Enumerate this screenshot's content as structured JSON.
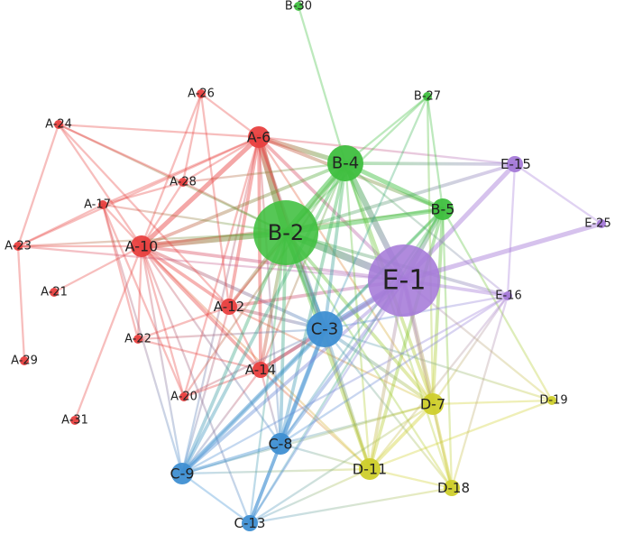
{
  "colors": {
    "A": "#e8403f",
    "B": "#3fbf3f",
    "C": "#3f8fd2",
    "D": "#cfcf2c",
    "E": "#a57ad8"
  },
  "nodes": [
    {
      "id": "A-6",
      "label": "A-6",
      "group": "A",
      "size": 2
    },
    {
      "id": "A-10",
      "label": "A-10",
      "group": "A",
      "size": 2
    },
    {
      "id": "A-12",
      "label": "A-12",
      "group": "A",
      "size": 1
    },
    {
      "id": "A-14",
      "label": "A-14",
      "group": "A",
      "size": 1
    },
    {
      "id": "A-17",
      "label": "A-17",
      "group": "A",
      "size": 0
    },
    {
      "id": "A-20",
      "label": "A-20",
      "group": "A",
      "size": 0
    },
    {
      "id": "A-21",
      "label": "A-21",
      "group": "A",
      "size": 0
    },
    {
      "id": "A-22",
      "label": "A-22",
      "group": "A",
      "size": 0
    },
    {
      "id": "A-23",
      "label": "A-23",
      "group": "A",
      "size": 0
    },
    {
      "id": "A-24",
      "label": "A-24",
      "group": "A",
      "size": 0
    },
    {
      "id": "A-26",
      "label": "A-26",
      "group": "A",
      "size": 0
    },
    {
      "id": "A-28",
      "label": "A-28",
      "group": "A",
      "size": 0
    },
    {
      "id": "A-29",
      "label": "A-29",
      "group": "A",
      "size": 0
    },
    {
      "id": "A-31",
      "label": "A-31",
      "group": "A",
      "size": 0
    },
    {
      "id": "B-2",
      "label": "B-2",
      "group": "B",
      "size": 5
    },
    {
      "id": "B-4",
      "label": "B-4",
      "group": "B",
      "size": 3
    },
    {
      "id": "B-5",
      "label": "B-5",
      "group": "B",
      "size": 2
    },
    {
      "id": "B-27",
      "label": "B-27",
      "group": "B",
      "size": 0
    },
    {
      "id": "B-30",
      "label": "B-30",
      "group": "B",
      "size": 0
    },
    {
      "id": "C-3",
      "label": "C-3",
      "group": "C",
      "size": 3
    },
    {
      "id": "C-8",
      "label": "C-8",
      "group": "C",
      "size": 2
    },
    {
      "id": "C-9",
      "label": "C-9",
      "group": "C",
      "size": 2
    },
    {
      "id": "C-13",
      "label": "C-13",
      "group": "C",
      "size": 1
    },
    {
      "id": "D-7",
      "label": "D-7",
      "group": "D",
      "size": 2
    },
    {
      "id": "D-11",
      "label": "D-11",
      "group": "D",
      "size": 2
    },
    {
      "id": "D-18",
      "label": "D-18",
      "group": "D",
      "size": 1
    },
    {
      "id": "D-19",
      "label": "D-19",
      "group": "D",
      "size": 0
    },
    {
      "id": "E-1",
      "label": "E-1",
      "group": "E",
      "size": 6
    },
    {
      "id": "E-15",
      "label": "E-15",
      "group": "E",
      "size": 1
    },
    {
      "id": "E-16",
      "label": "E-16",
      "group": "E",
      "size": 0
    },
    {
      "id": "E-25",
      "label": "E-25",
      "group": "E",
      "size": 0
    }
  ],
  "edges": [
    [
      "A-6",
      "B-2",
      5
    ],
    [
      "A-6",
      "A-10",
      3
    ],
    [
      "A-6",
      "B-4",
      3
    ],
    [
      "A-6",
      "E-1",
      2
    ],
    [
      "A-6",
      "A-12",
      2
    ],
    [
      "A-6",
      "C-3",
      2
    ],
    [
      "A-6",
      "A-14",
      2
    ],
    [
      "A-6",
      "B-5",
      2
    ],
    [
      "A-6",
      "A-24",
      1
    ],
    [
      "A-6",
      "A-26",
      1
    ],
    [
      "A-6",
      "A-17",
      1
    ],
    [
      "A-6",
      "A-23",
      1
    ],
    [
      "A-6",
      "E-15",
      1
    ],
    [
      "A-6",
      "C-8",
      1
    ],
    [
      "A-6",
      "C-9",
      1
    ],
    [
      "A-6",
      "D-11",
      1
    ],
    [
      "A-6",
      "A-20",
      1
    ],
    [
      "A-6",
      "A-28",
      1
    ],
    [
      "A-6",
      "D-7",
      1
    ],
    [
      "A-10",
      "B-2",
      4
    ],
    [
      "A-10",
      "A-24",
      1
    ],
    [
      "A-10",
      "A-26",
      1
    ],
    [
      "A-10",
      "A-17",
      1
    ],
    [
      "A-10",
      "A-23",
      1
    ],
    [
      "A-10",
      "A-21",
      1
    ],
    [
      "A-10",
      "A-31",
      1
    ],
    [
      "A-10",
      "A-12",
      2
    ],
    [
      "A-10",
      "A-14",
      2
    ],
    [
      "A-10",
      "C-3",
      2
    ],
    [
      "A-10",
      "C-9",
      1
    ],
    [
      "A-10",
      "C-8",
      1
    ],
    [
      "A-10",
      "B-4",
      2
    ],
    [
      "A-10",
      "A-28",
      1
    ],
    [
      "A-10",
      "E-1",
      2
    ],
    [
      "A-10",
      "A-22",
      1
    ],
    [
      "A-10",
      "A-20",
      1
    ],
    [
      "A-10",
      "C-13",
      1
    ],
    [
      "A-10",
      "D-11",
      1
    ],
    [
      "A-10",
      "B-5",
      1
    ],
    [
      "A-12",
      "B-2",
      2
    ],
    [
      "A-12",
      "C-3",
      2
    ],
    [
      "A-12",
      "E-1",
      2
    ],
    [
      "A-12",
      "A-14",
      1
    ],
    [
      "A-12",
      "A-22",
      1
    ],
    [
      "A-12",
      "B-4",
      1
    ],
    [
      "A-12",
      "C-9",
      1
    ],
    [
      "A-12",
      "D-7",
      1
    ],
    [
      "A-14",
      "C-3",
      2
    ],
    [
      "A-14",
      "E-1",
      2
    ],
    [
      "A-14",
      "B-2",
      2
    ],
    [
      "A-14",
      "C-9",
      1
    ],
    [
      "A-14",
      "C-8",
      1
    ],
    [
      "A-14",
      "A-22",
      1
    ],
    [
      "A-14",
      "D-11",
      1
    ],
    [
      "A-14",
      "A-20",
      1
    ],
    [
      "A-14",
      "B-4",
      1
    ],
    [
      "A-17",
      "B-2",
      1
    ],
    [
      "A-17",
      "A-23",
      1
    ],
    [
      "A-17",
      "A-22",
      1
    ],
    [
      "A-17",
      "A-20",
      1
    ],
    [
      "A-17",
      "A-28",
      1
    ],
    [
      "A-17",
      "C-9",
      1
    ],
    [
      "A-23",
      "A-29",
      1
    ],
    [
      "A-23",
      "B-2",
      1
    ],
    [
      "A-23",
      "A-24",
      1
    ],
    [
      "A-23",
      "E-1",
      1
    ],
    [
      "A-24",
      "B-2",
      1
    ],
    [
      "A-24",
      "A-28",
      1
    ],
    [
      "A-24",
      "A-12",
      1
    ],
    [
      "A-26",
      "A-12",
      1
    ],
    [
      "A-26",
      "A-28",
      1
    ],
    [
      "A-28",
      "B-4",
      1
    ],
    [
      "A-28",
      "B-2",
      1
    ],
    [
      "A-22",
      "C-3",
      1
    ],
    [
      "A-20",
      "B-4",
      1
    ],
    [
      "A-20",
      "C-3",
      1
    ],
    [
      "B-2",
      "B-4",
      4
    ],
    [
      "B-2",
      "E-1",
      5
    ],
    [
      "B-2",
      "C-3",
      4
    ],
    [
      "B-2",
      "B-5",
      3
    ],
    [
      "B-2",
      "C-8",
      2
    ],
    [
      "B-2",
      "C-9",
      2
    ],
    [
      "B-2",
      "D-7",
      2
    ],
    [
      "B-2",
      "D-11",
      2
    ],
    [
      "B-2",
      "E-15",
      2
    ],
    [
      "B-2",
      "E-16",
      2
    ],
    [
      "B-2",
      "C-13",
      1
    ],
    [
      "B-2",
      "D-18",
      1
    ],
    [
      "B-2",
      "B-27",
      1
    ],
    [
      "B-4",
      "B-5",
      3
    ],
    [
      "B-4",
      "E-1",
      4
    ],
    [
      "B-4",
      "C-3",
      2
    ],
    [
      "B-4",
      "B-27",
      1
    ],
    [
      "B-4",
      "B-30",
      1
    ],
    [
      "B-4",
      "E-15",
      2
    ],
    [
      "B-4",
      "D-7",
      2
    ],
    [
      "B-4",
      "C-9",
      2
    ],
    [
      "B-4",
      "C-8",
      2
    ],
    [
      "B-4",
      "D-11",
      1
    ],
    [
      "B-4",
      "E-16",
      1
    ],
    [
      "B-4",
      "D-18",
      1
    ],
    [
      "B-5",
      "E-1",
      3
    ],
    [
      "B-5",
      "C-3",
      2
    ],
    [
      "B-5",
      "D-7",
      2
    ],
    [
      "B-5",
      "D-11",
      2
    ],
    [
      "B-5",
      "B-27",
      1
    ],
    [
      "B-5",
      "C-9",
      1
    ],
    [
      "B-5",
      "D-19",
      1
    ],
    [
      "B-5",
      "D-18",
      1
    ],
    [
      "B-5",
      "C-13",
      1
    ],
    [
      "B-5",
      "C-8",
      1
    ],
    [
      "B-27",
      "C-3",
      1
    ],
    [
      "B-27",
      "D-7",
      1
    ],
    [
      "C-3",
      "E-1",
      4
    ],
    [
      "C-3",
      "C-8",
      3
    ],
    [
      "C-3",
      "C-9",
      3
    ],
    [
      "C-3",
      "C-13",
      2
    ],
    [
      "C-3",
      "D-7",
      2
    ],
    [
      "C-3",
      "D-11",
      2
    ],
    [
      "C-3",
      "D-18",
      1
    ],
    [
      "C-3",
      "E-16",
      1
    ],
    [
      "C-3",
      "D-19",
      1
    ],
    [
      "C-8",
      "C-9",
      2
    ],
    [
      "C-8",
      "C-13",
      2
    ],
    [
      "C-8",
      "E-1",
      2
    ],
    [
      "C-8",
      "D-11",
      1
    ],
    [
      "C-8",
      "D-7",
      1
    ],
    [
      "C-8",
      "E-16",
      1
    ],
    [
      "C-9",
      "E-1",
      2
    ],
    [
      "C-9",
      "C-13",
      1
    ],
    [
      "C-9",
      "D-11",
      1
    ],
    [
      "C-9",
      "D-7",
      1
    ],
    [
      "C-9",
      "E-16",
      1
    ],
    [
      "C-13",
      "E-1",
      1
    ],
    [
      "C-13",
      "D-7",
      1
    ],
    [
      "C-13",
      "D-18",
      1
    ],
    [
      "C-13",
      "D-11",
      1
    ],
    [
      "D-7",
      "E-1",
      3
    ],
    [
      "D-7",
      "D-11",
      2
    ],
    [
      "D-7",
      "D-18",
      2
    ],
    [
      "D-7",
      "D-19",
      1
    ],
    [
      "D-7",
      "E-16",
      1
    ],
    [
      "D-11",
      "E-1",
      2
    ],
    [
      "D-11",
      "D-18",
      1
    ],
    [
      "D-11",
      "E-16",
      1
    ],
    [
      "D-11",
      "D-19",
      1
    ],
    [
      "D-18",
      "E-1",
      1
    ],
    [
      "D-18",
      "E-16",
      1
    ],
    [
      "D-19",
      "E-1",
      1
    ],
    [
      "E-1",
      "E-15",
      3
    ],
    [
      "E-1",
      "E-16",
      2
    ],
    [
      "E-1",
      "E-25",
      3
    ],
    [
      "E-15",
      "E-25",
      1
    ],
    [
      "E-15",
      "E-16",
      1
    ]
  ]
}
